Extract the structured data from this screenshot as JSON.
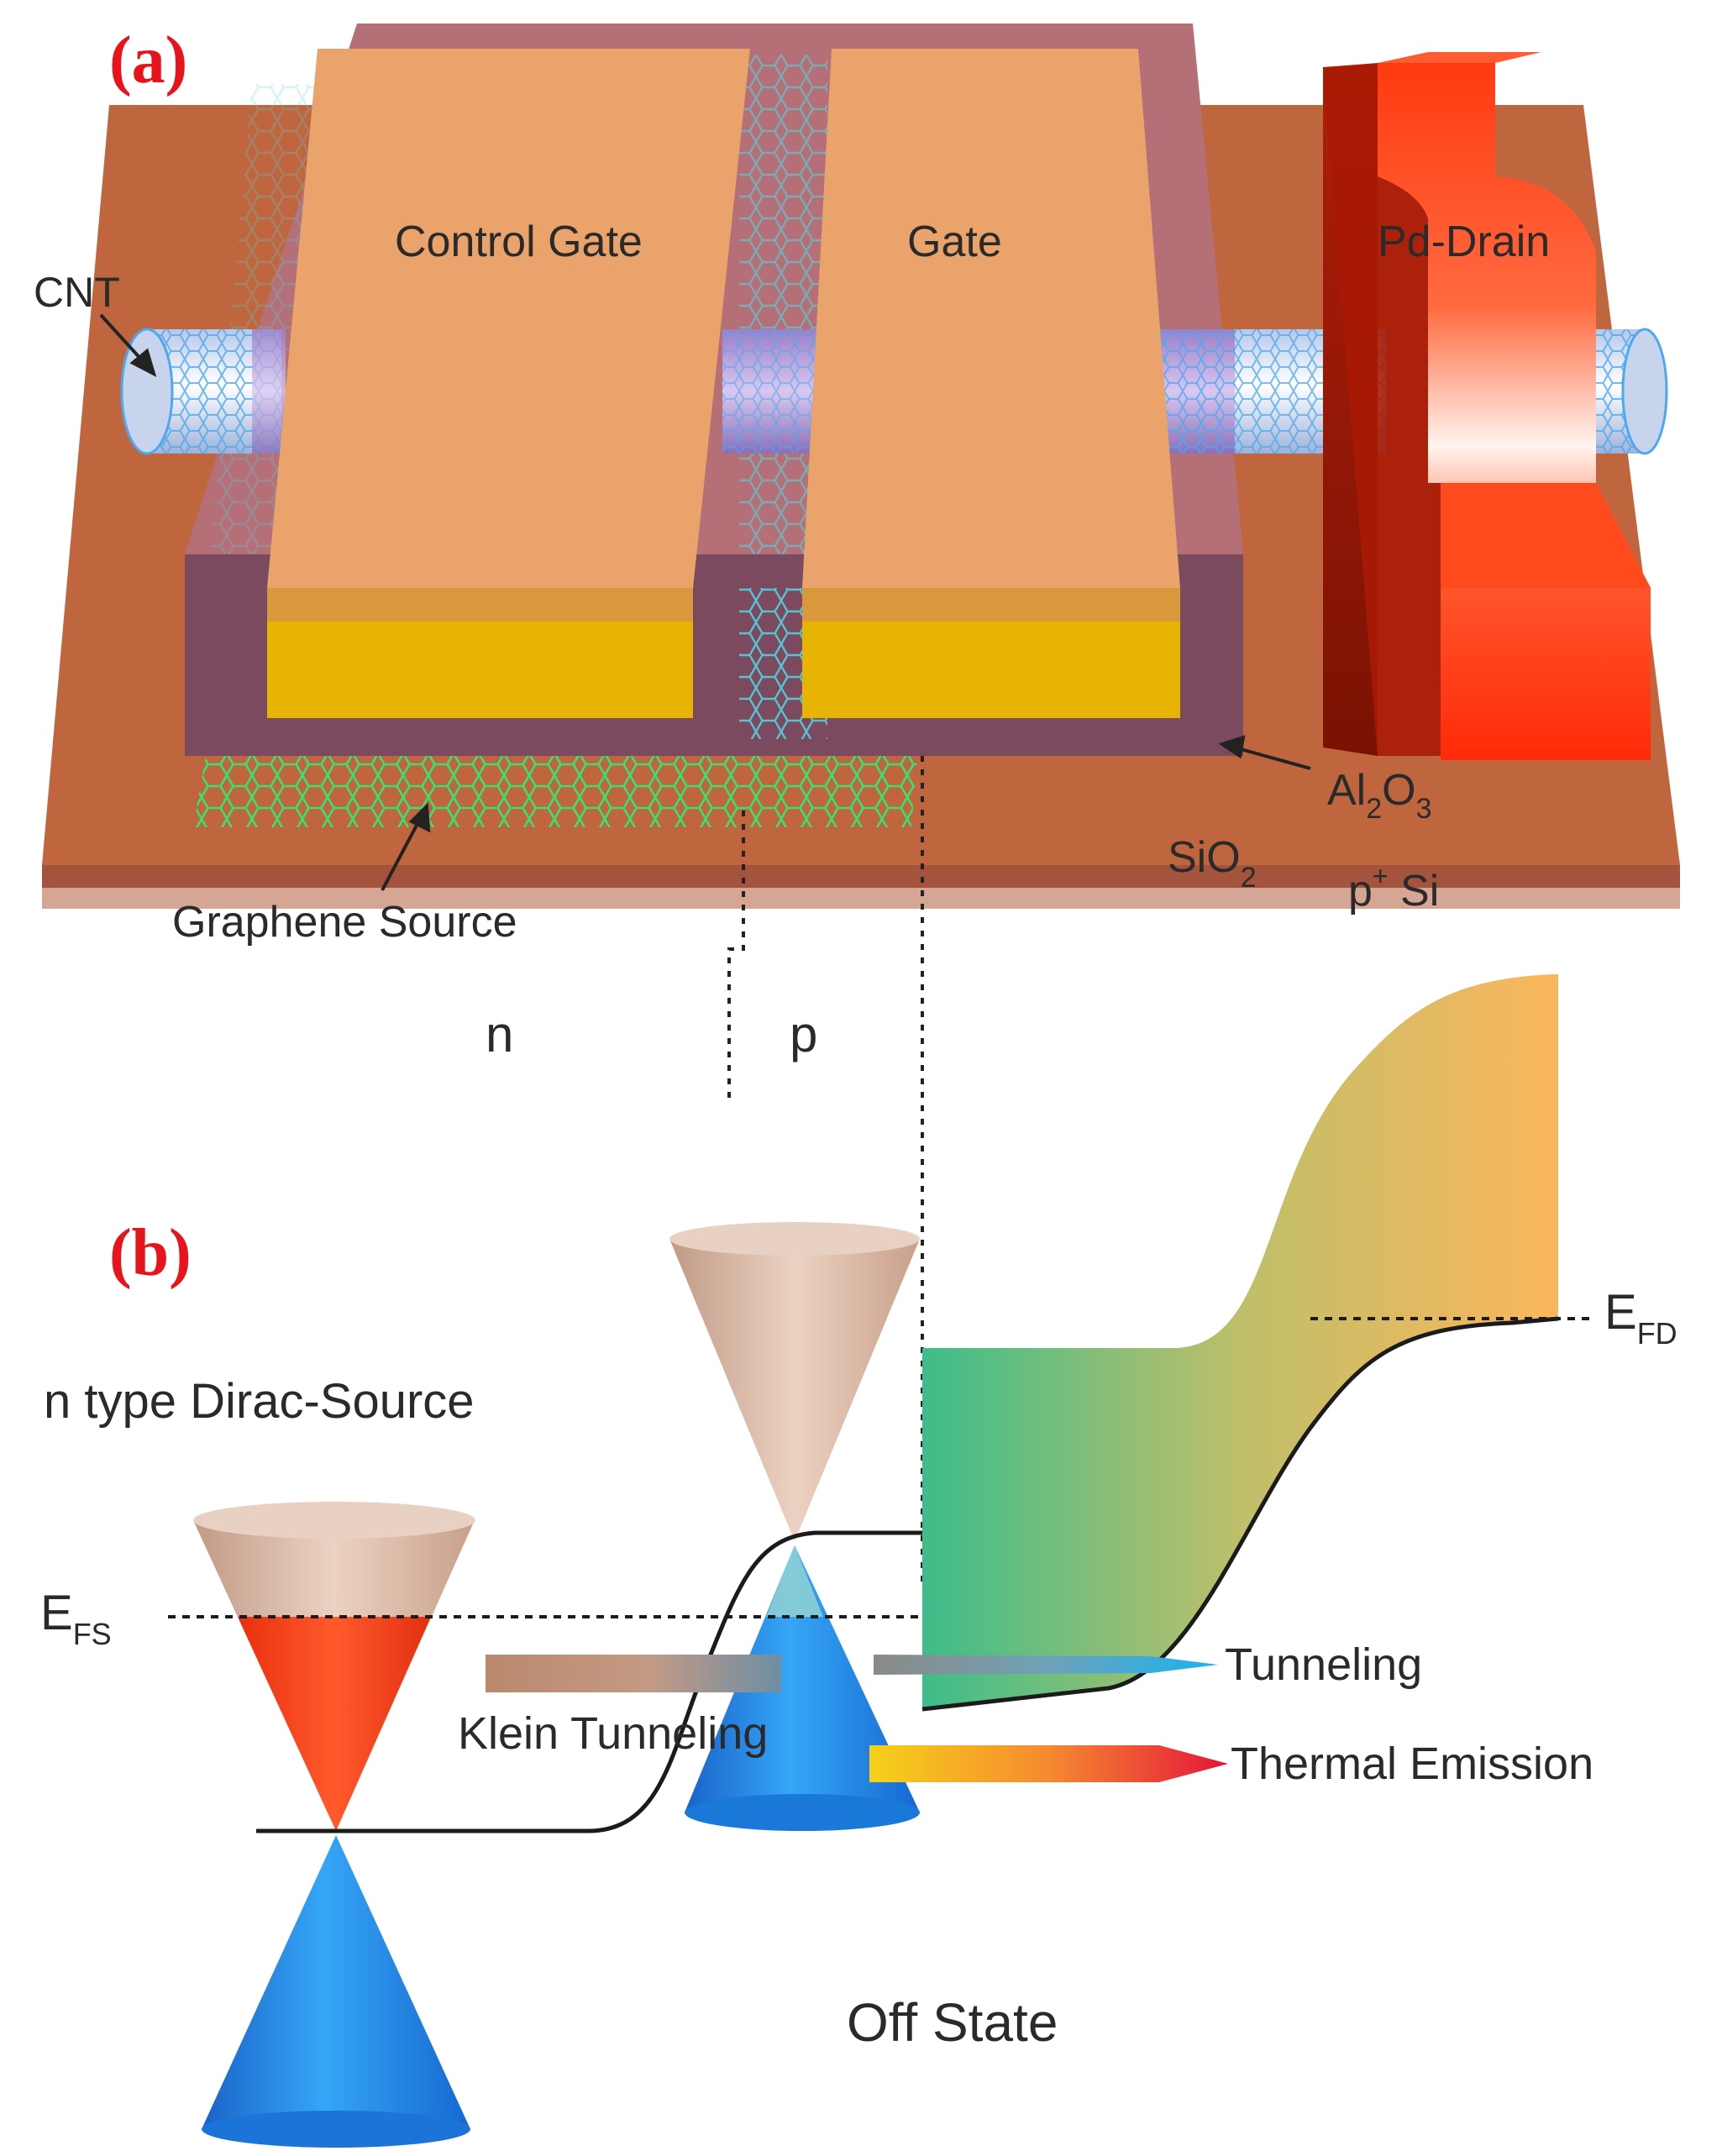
{
  "panel_a": {
    "letter": "(a)",
    "labels": {
      "cnt": "CNT",
      "control_gate": "Control Gate",
      "gate": "Gate",
      "drain": "Pd-Drain",
      "al2o3": {
        "base": "Al",
        "sub1": "2",
        "mid": "O",
        "sub2": "3"
      },
      "sio2": {
        "base": "SiO",
        "sub": "2"
      },
      "psi": {
        "base": "p",
        "sup": "+",
        "rest": " Si"
      },
      "graphene_source": "Graphene Source",
      "n": "n",
      "p": "p"
    }
  },
  "panel_b": {
    "letter": "(b)",
    "labels": {
      "dirac_source": "n type Dirac-Source",
      "efs": {
        "base": "E",
        "sub": "FS"
      },
      "efd": {
        "base": "E",
        "sub": "FD"
      },
      "klein": "Klein Tunneling",
      "tunneling": "Tunneling",
      "thermal": "Thermal Emission",
      "off_state": "Off State"
    }
  },
  "colors": {
    "panel_letter": "#e8141b",
    "gate_top": "#eba36c",
    "gate_front": "#e8b404",
    "al2o3": "#a86670",
    "substrate_top": "#c0663e",
    "drain": "#ff3c14",
    "cone_conduction": "#d8b4a0",
    "cone_valence": "#2f95ee",
    "cone_filled": "#ff4018",
    "band_green": "#3dbd8a",
    "band_orange": "#fbb65c"
  }
}
